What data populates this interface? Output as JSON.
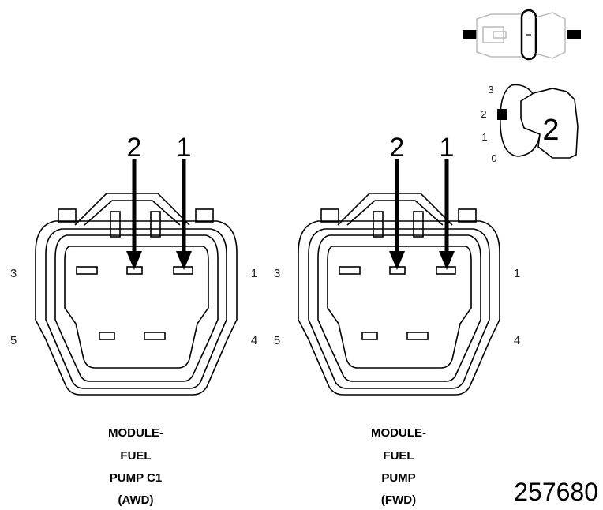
{
  "connectors": [
    {
      "id": "awd",
      "caption": [
        "MODULE-",
        "FUEL",
        "PUMP C1",
        "(AWD)"
      ],
      "pins": {
        "p1": "1",
        "p3": "3",
        "p4": "4",
        "p5": "5"
      },
      "probes": {
        "left": "2",
        "right": "1"
      }
    },
    {
      "id": "fwd",
      "caption": [
        "MODULE-",
        "FUEL",
        "PUMP",
        "(FWD)"
      ],
      "pins": {
        "p1": "1",
        "p3": "3",
        "p4": "4",
        "p5": "5"
      },
      "probes": {
        "left": "2",
        "right": "1"
      }
    }
  ],
  "ignition": {
    "positions": [
      "3",
      "2",
      "1",
      "0"
    ],
    "key_label": "2"
  },
  "figure_id": "257680"
}
